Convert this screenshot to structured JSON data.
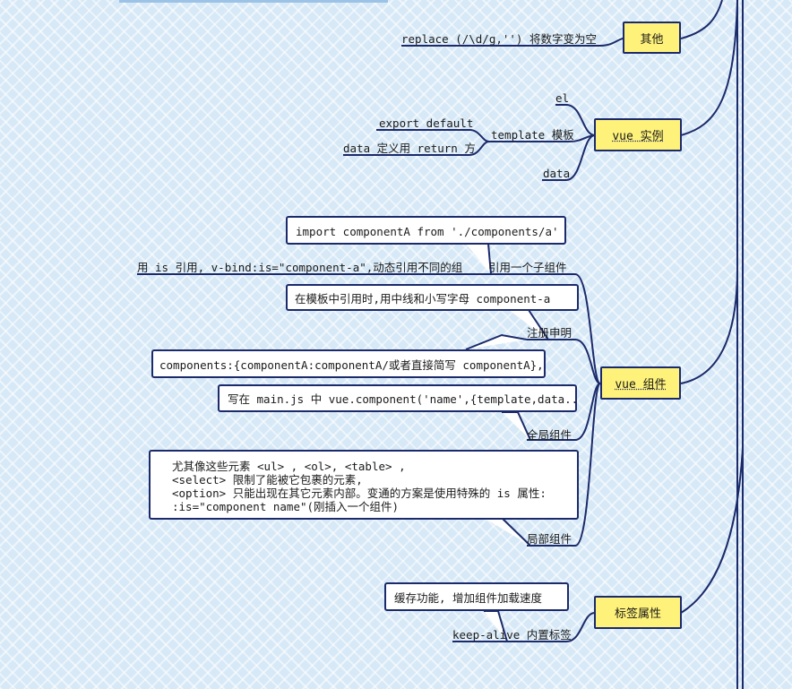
{
  "nodes": {
    "other": "其他",
    "vue_instance": "vue 实例",
    "vue_component": "vue 组件",
    "tag_attr": "标签属性"
  },
  "labels": {
    "replace": "replace (/\\d/g,'') 将数字变为空",
    "el": "el",
    "template": "template 模板",
    "export_default": "export default",
    "data_return": "data 定义用 return 方",
    "data": "data",
    "use_is": "用 is 引用, v-bind:is=\"component-a\",动态引用不同的组",
    "ref_child": "引用一个子组件",
    "register": "注册申明",
    "global": "全局组件",
    "local": "局部组件",
    "keep_alive": "keep-alive 内置标签"
  },
  "callouts": {
    "import": "import componentA from  './components/a'",
    "lowercase": "在模板中引用时,用中线和小写字母 component-a",
    "components": "components:{componentA:componentA/或者直接简写 componentA},",
    "main_js": "写在 main.js 中 vue.component('name',{template,data..})",
    "elements": [
      "尤其像这些元素 <ul> , <ol>, <table> ,",
      "<select> 限制了能被它包裹的元素,",
      "<option> 只能出现在其它元素内部。变通的方案是使用特殊的 is 属性:",
      ":is=\"component name\"(刚插入一个组件)"
    ],
    "cache": "缓存功能, 增加组件加载速度"
  },
  "colors": {
    "line": "#1b2a6b",
    "node_fill": "#fff27a",
    "background": "#d7e9f7"
  }
}
